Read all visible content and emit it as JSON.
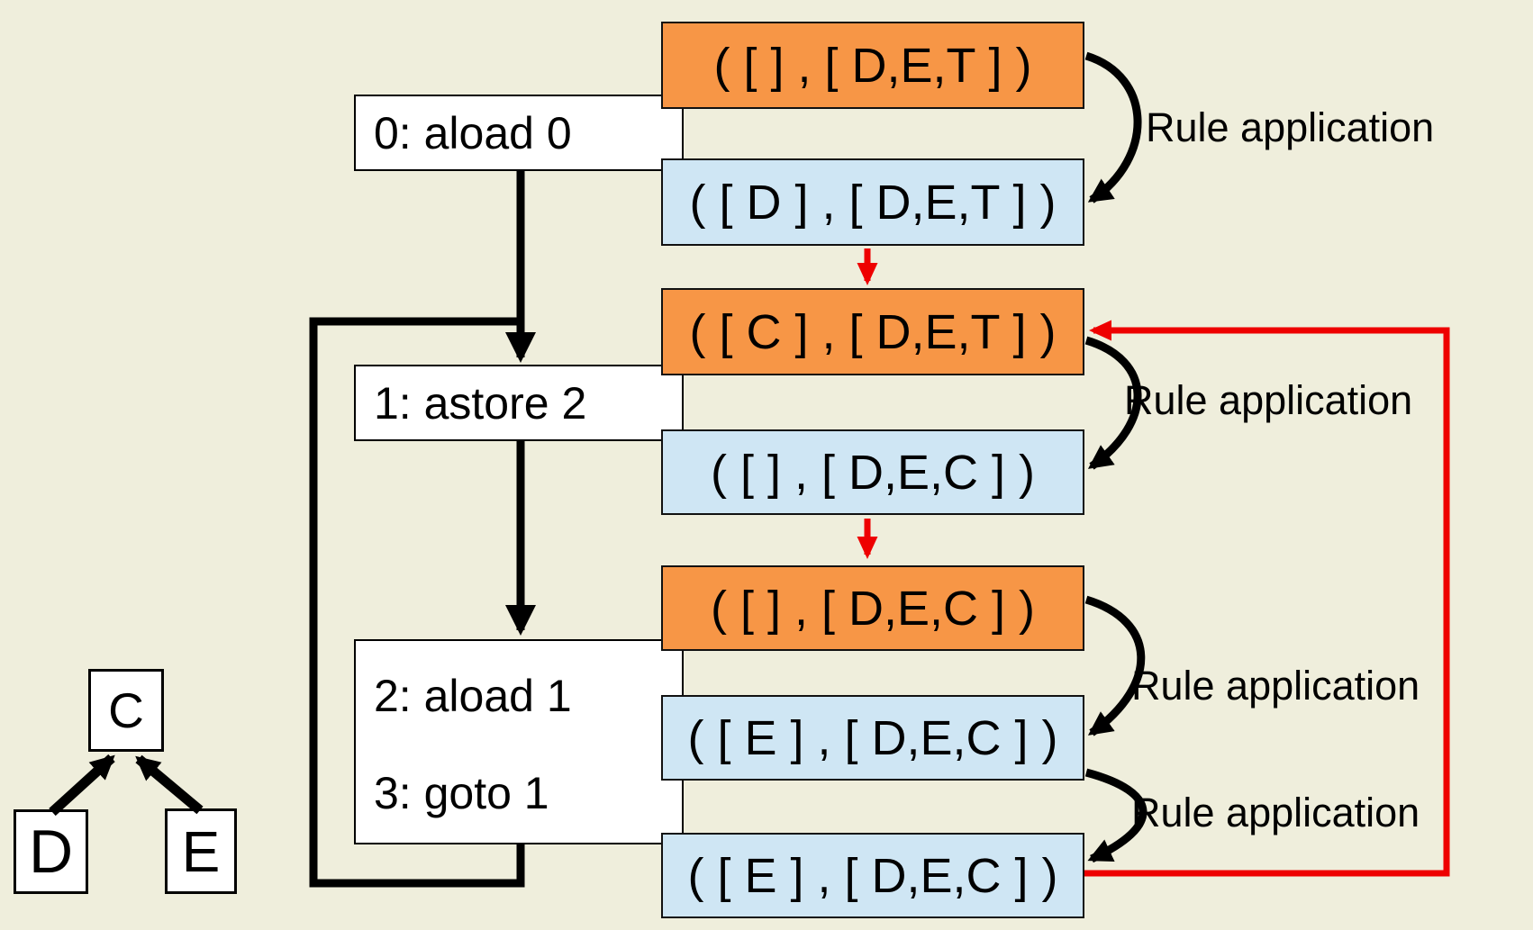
{
  "colors": {
    "background": "#EFEEDC",
    "state_orange": "#F79646",
    "state_blue": "#CFE6F4",
    "instruction_white": "#FFFFFF",
    "flow_black": "#000000",
    "iteration_red": "#EE0000",
    "text": "#000000"
  },
  "instructions": [
    {
      "label": "0: aload 0"
    },
    {
      "label": "1: astore 2"
    },
    {
      "label": "2: aload 1"
    },
    {
      "label": "3: goto 1"
    }
  ],
  "states": [
    {
      "kind": "orange",
      "text": "( [ ] , [ D,E,T ] )"
    },
    {
      "kind": "blue",
      "text": "( [ D ] , [ D,E,T ] )"
    },
    {
      "kind": "orange",
      "text": "( [ C ] , [ D,E,T ] )"
    },
    {
      "kind": "blue",
      "text": "( [ ] , [ D,E,C ] )"
    },
    {
      "kind": "orange",
      "text": "( [ ] , [ D,E,C ] )"
    },
    {
      "kind": "blue",
      "text": "( [ E ] , [ D,E,C ] )"
    },
    {
      "kind": "blue",
      "text": "( [ E ] , [ D,E,C ] )"
    }
  ],
  "rule_applications": [
    {
      "label": "Rule application"
    },
    {
      "label": "Rule application"
    },
    {
      "label": "Rule application"
    },
    {
      "label": "Rule application"
    }
  ],
  "class_hierarchy": {
    "parent": "C",
    "children": [
      "D",
      "E"
    ]
  }
}
